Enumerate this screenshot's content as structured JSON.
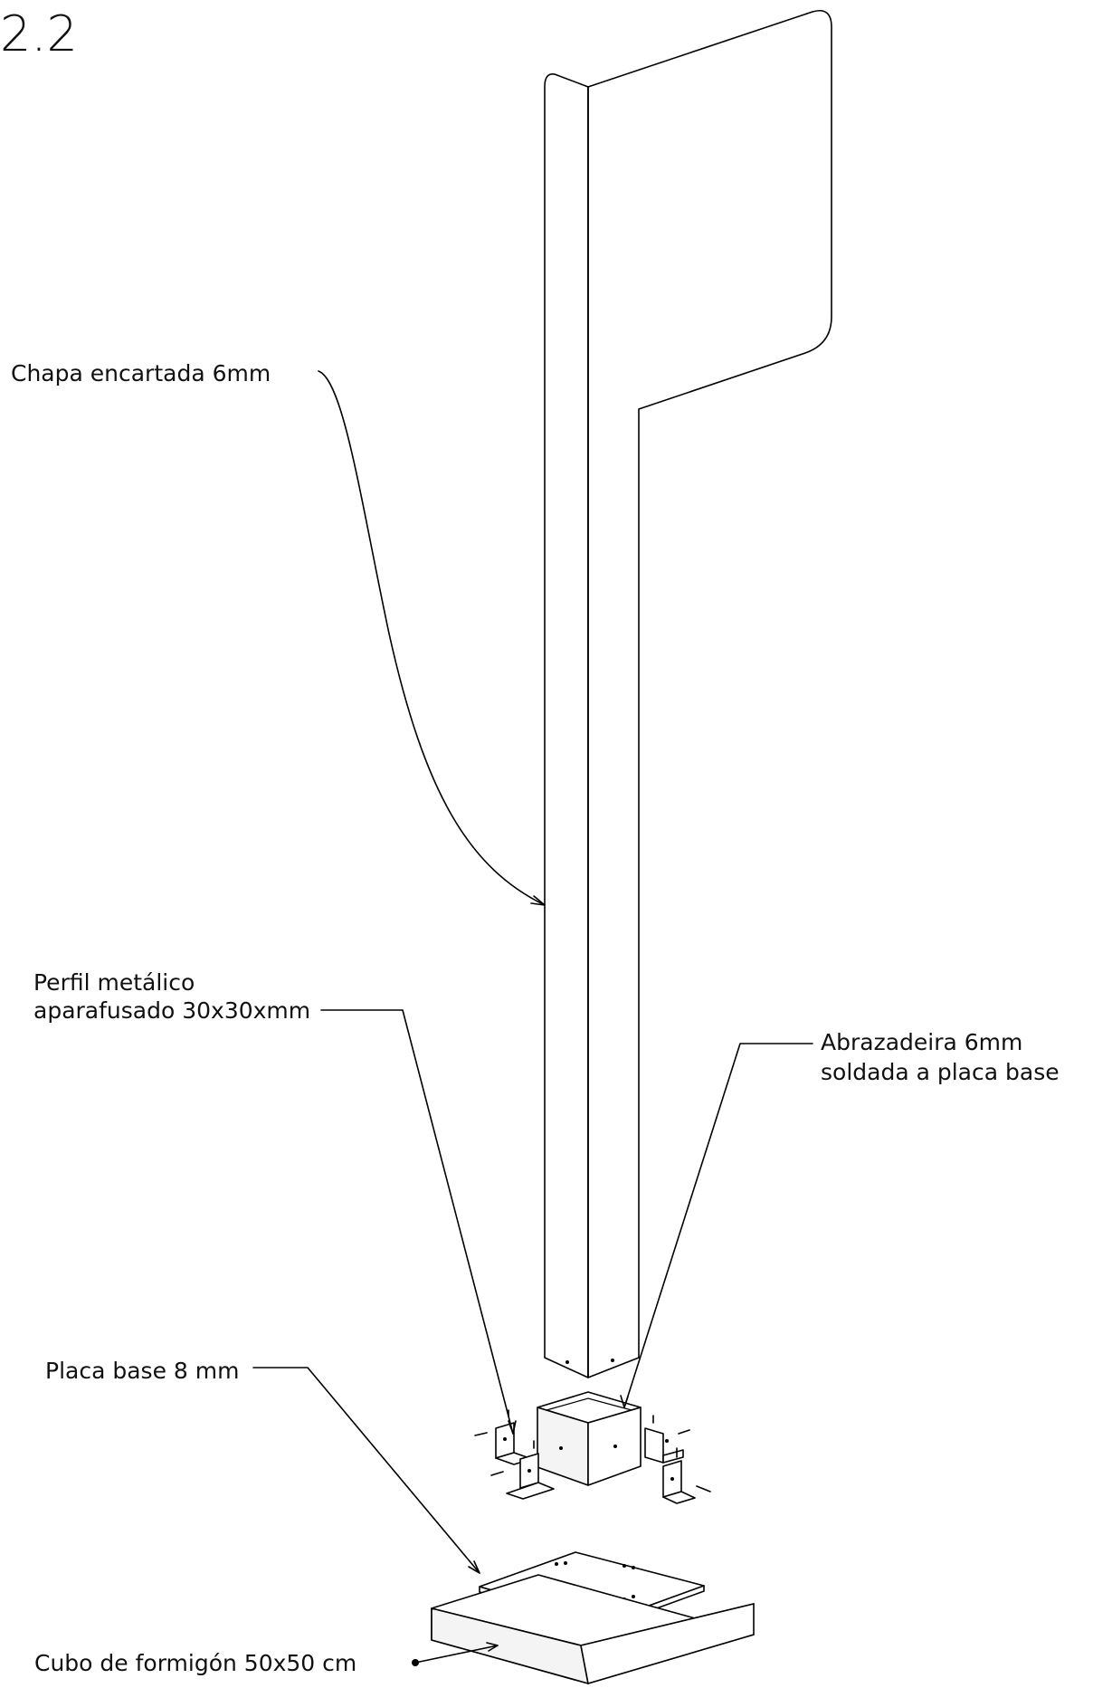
{
  "figure_number": "2.2",
  "labels": {
    "chapa": "Chapa encartada 6mm",
    "perfil_line1": "Perfil metálico",
    "perfil_line2": "aparafusado 30x30xmm",
    "abrazadeira_line1": "Abrazadeira  6mm",
    "abrazadeira_line2": "soldada a placa base",
    "placa": "Placa base 8 mm",
    "cubo": "Cubo de formigón 50x50 cm"
  }
}
